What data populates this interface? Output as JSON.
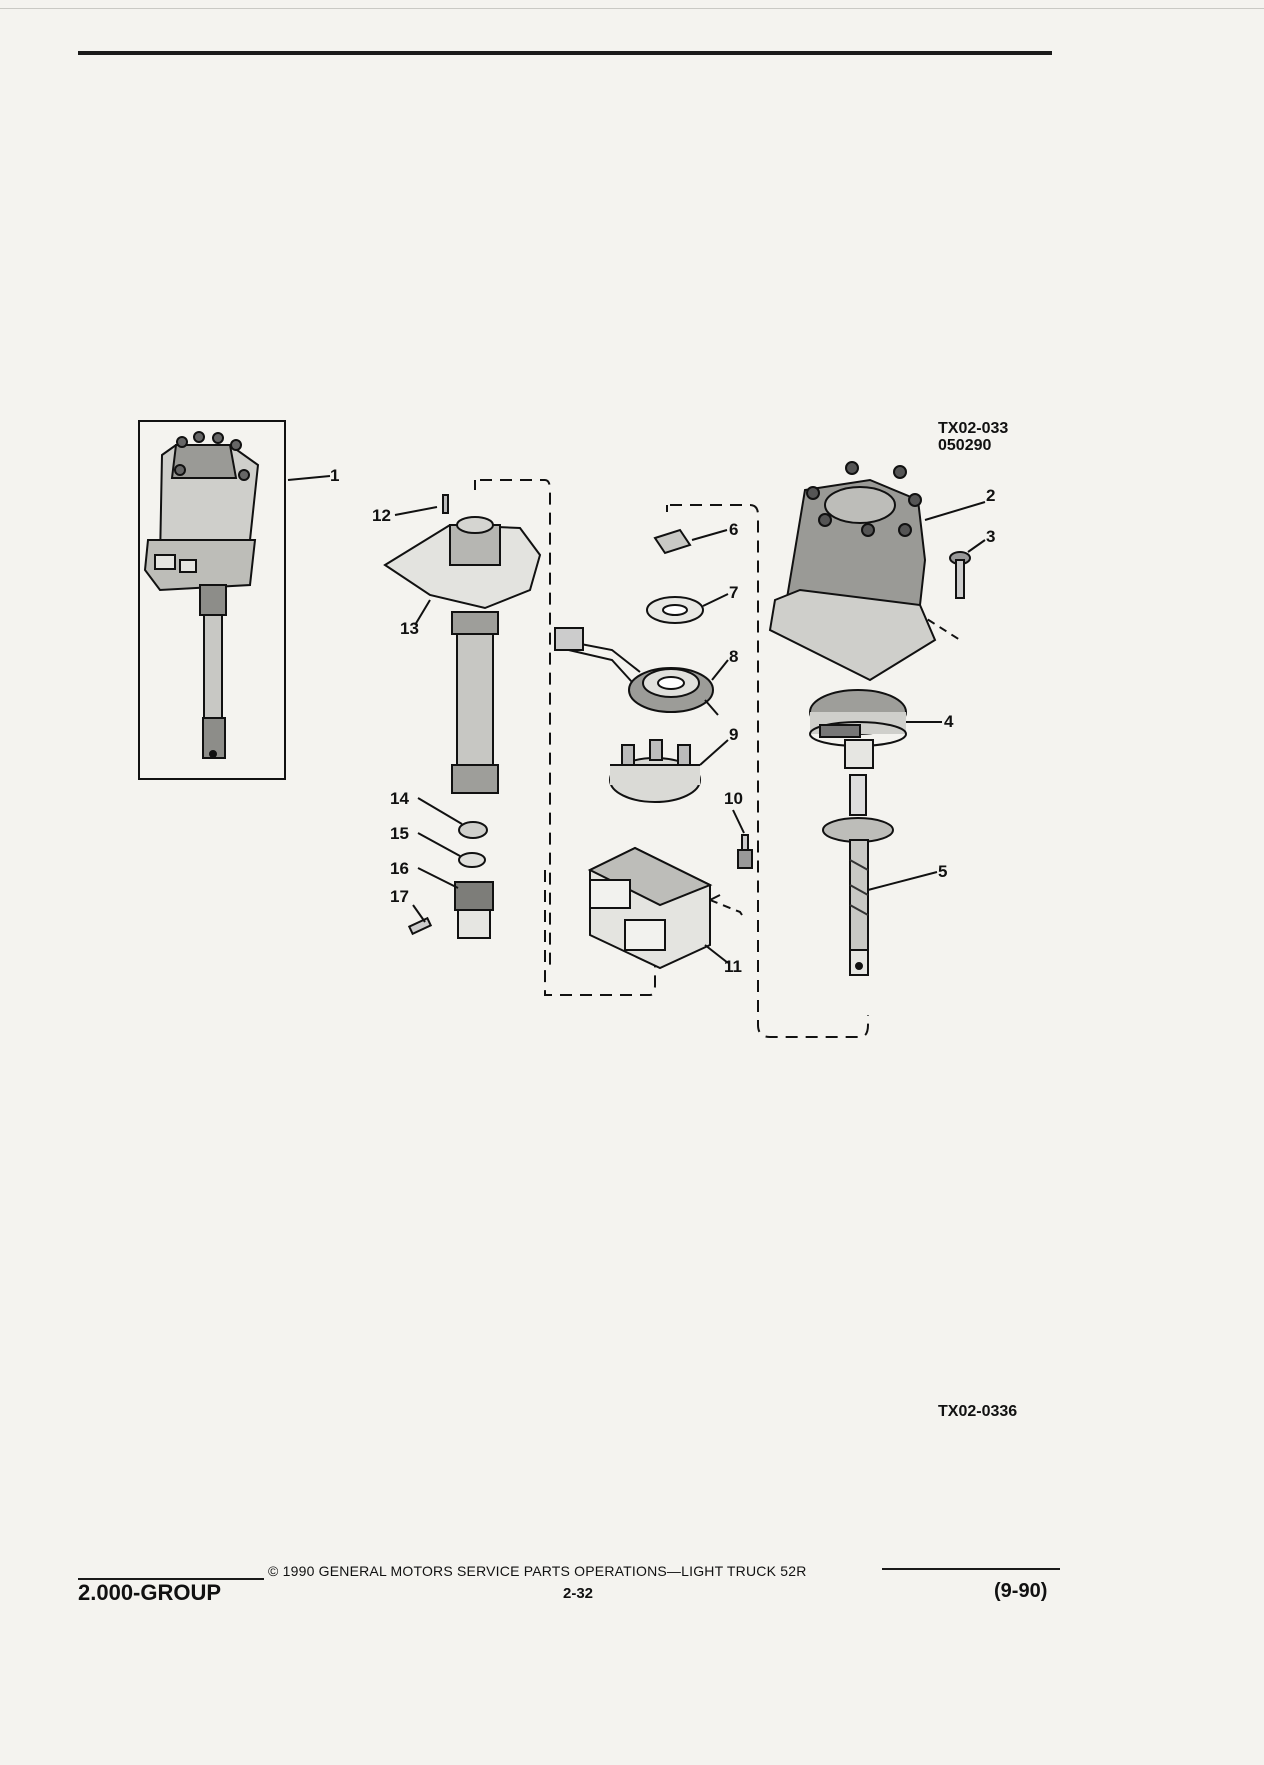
{
  "diagram": {
    "codes": {
      "top": [
        "TX02-033",
        "050290"
      ],
      "bottom": "TX02-0336"
    },
    "callouts": [
      "1",
      "2",
      "3",
      "4",
      "5",
      "6",
      "7",
      "8",
      "9",
      "10",
      "11",
      "12",
      "13",
      "14",
      "15",
      "16",
      "17"
    ]
  },
  "footer": {
    "group": "2.000-GROUP",
    "copyright": "© 1990 GENERAL MOTORS SERVICE PARTS OPERATIONS—LIGHT TRUCK 52R",
    "page": "2-32",
    "date": "(9-90)"
  }
}
